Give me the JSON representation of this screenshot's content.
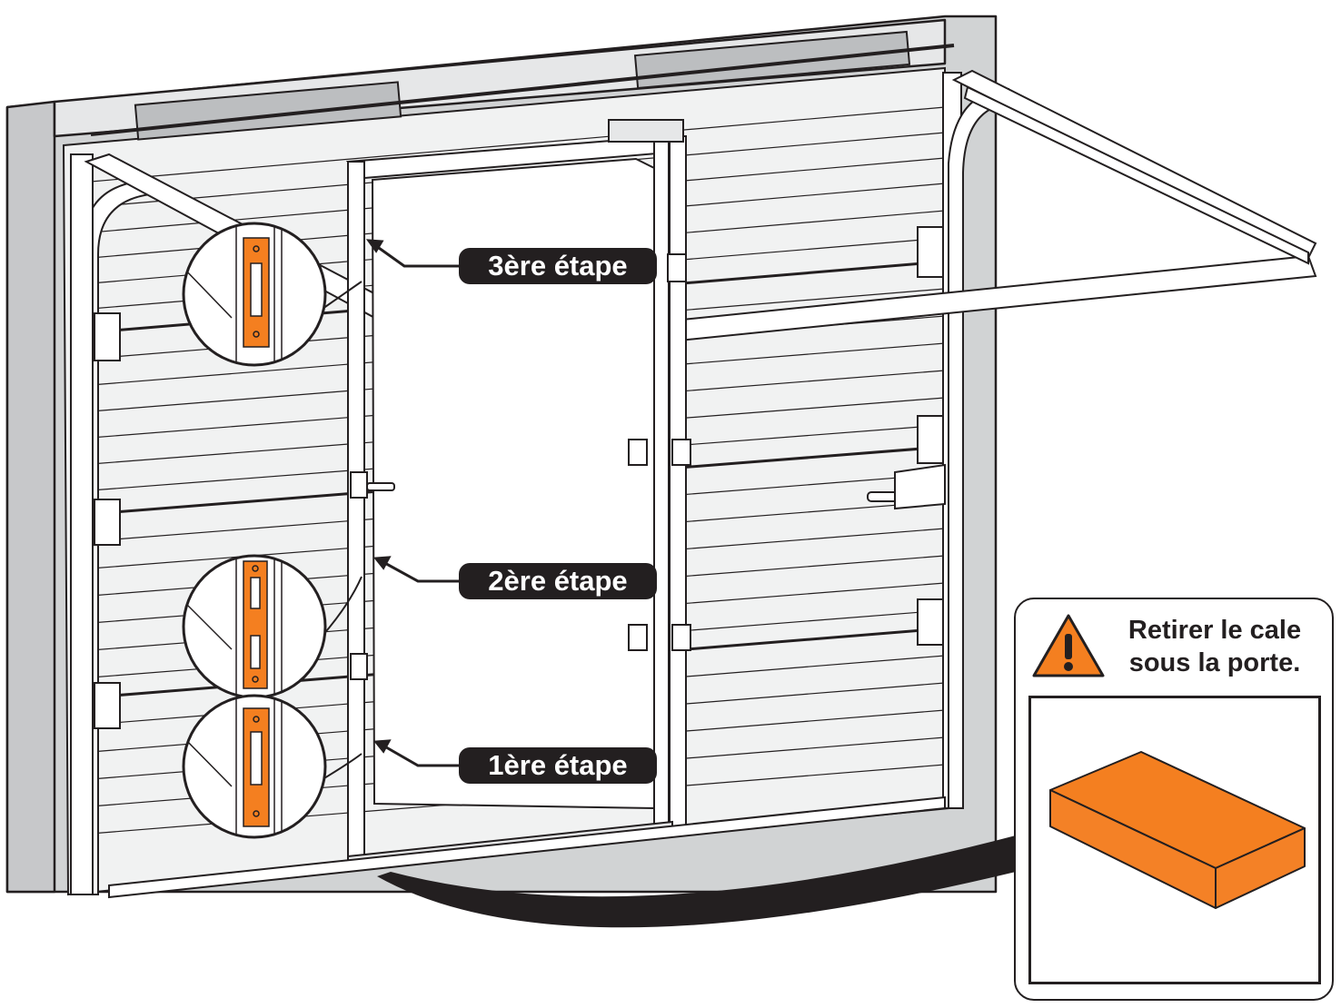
{
  "steps": {
    "step1": "1ère étape",
    "step2": "2ère étape",
    "step3": "3ère étape"
  },
  "warning": {
    "line1": "Retirer le cale",
    "line2": "sous la porte.",
    "icon": "warning-triangle-icon"
  },
  "colors": {
    "accent_orange": "#f47f20",
    "outline": "#231f20",
    "wall": "#d1d3d4",
    "panel": "#f1f2f2"
  }
}
